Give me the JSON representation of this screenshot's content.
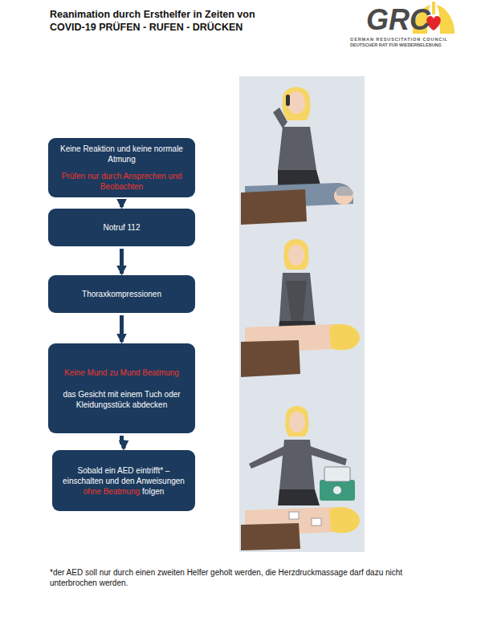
{
  "diagram": {
    "title": "Reanimation durch Ersthelfer in Zeiten von COVID-19 PRÜFEN - RUFEN - DRÜCKEN",
    "nodes": [
      {
        "text": [
          "Keine Reaktion und keine normale Atmung",
          "Prüfen nur durch Ansprechen und Beobachten"
        ]
      },
      {
        "text": [
          "Notruf 112"
        ]
      },
      {
        "text": [
          "Thoraxkompressionen"
        ]
      },
      {
        "text": [
          "Keine Mund zu Mund Beatmung",
          "das Gesicht mit einem Tuch oder Kleidungsstück abdecken"
        ]
      },
      {
        "text": [
          "Sobald ein AED eintrifft* – einschalten und den Anweisungen",
          "ohne Beatmung",
          "folgen"
        ]
      }
    ],
    "edges": [
      {
        "from": 0,
        "to": 1,
        "arrow": "to"
      },
      {
        "from": 1,
        "to": 2,
        "arrow": "to"
      },
      {
        "from": 2,
        "to": 3,
        "arrow": "to"
      },
      {
        "from": 3,
        "to": 4,
        "arrow": "to"
      }
    ],
    "labels": [
      "GRC",
      "GERMAN RESUSCITATION COUNCIL",
      "DEUTSCHER RAT FÜR WIEDERBELEBUNG",
      "*der AED soll nur durch einen zweiten Helfer geholt werden, die Herzdruckmassage darf dazu nicht unterbrochen werden."
    ]
  }
}
